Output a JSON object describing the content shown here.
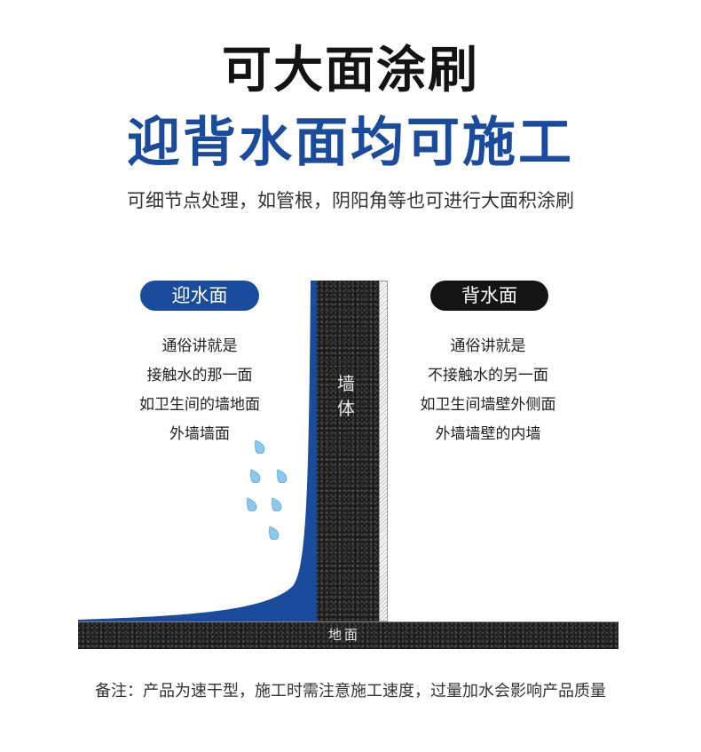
{
  "header": {
    "title_line1": "可大面涂刷",
    "title_line2": "迎背水面均可施工",
    "subtitle": "可细节点处理，如管根，阴阳角等也可进行大面积涂刷"
  },
  "left_panel": {
    "badge": "迎水面",
    "lines": [
      "通俗讲就是",
      "接触水的那一面",
      "如卫生间的墙地面",
      "外墙墙面"
    ]
  },
  "right_panel": {
    "badge": "背水面",
    "lines": [
      "通俗讲就是",
      "不接触水的另一面",
      "如卫生间墙壁外侧面",
      "外墙墙壁的内墙"
    ]
  },
  "diagram": {
    "wall_label_1": "墙",
    "wall_label_2": "体",
    "floor_label": "地面",
    "icons": [
      "water-drop-icon"
    ],
    "colors": {
      "coating_blue": "#1a4b9c",
      "wall_dark": "#1d1d1d",
      "back_badge": "#141414"
    }
  },
  "footer": {
    "note": "备注：产品为速干型，施工时需注意施工速度，过量加水会影响产品质量"
  }
}
